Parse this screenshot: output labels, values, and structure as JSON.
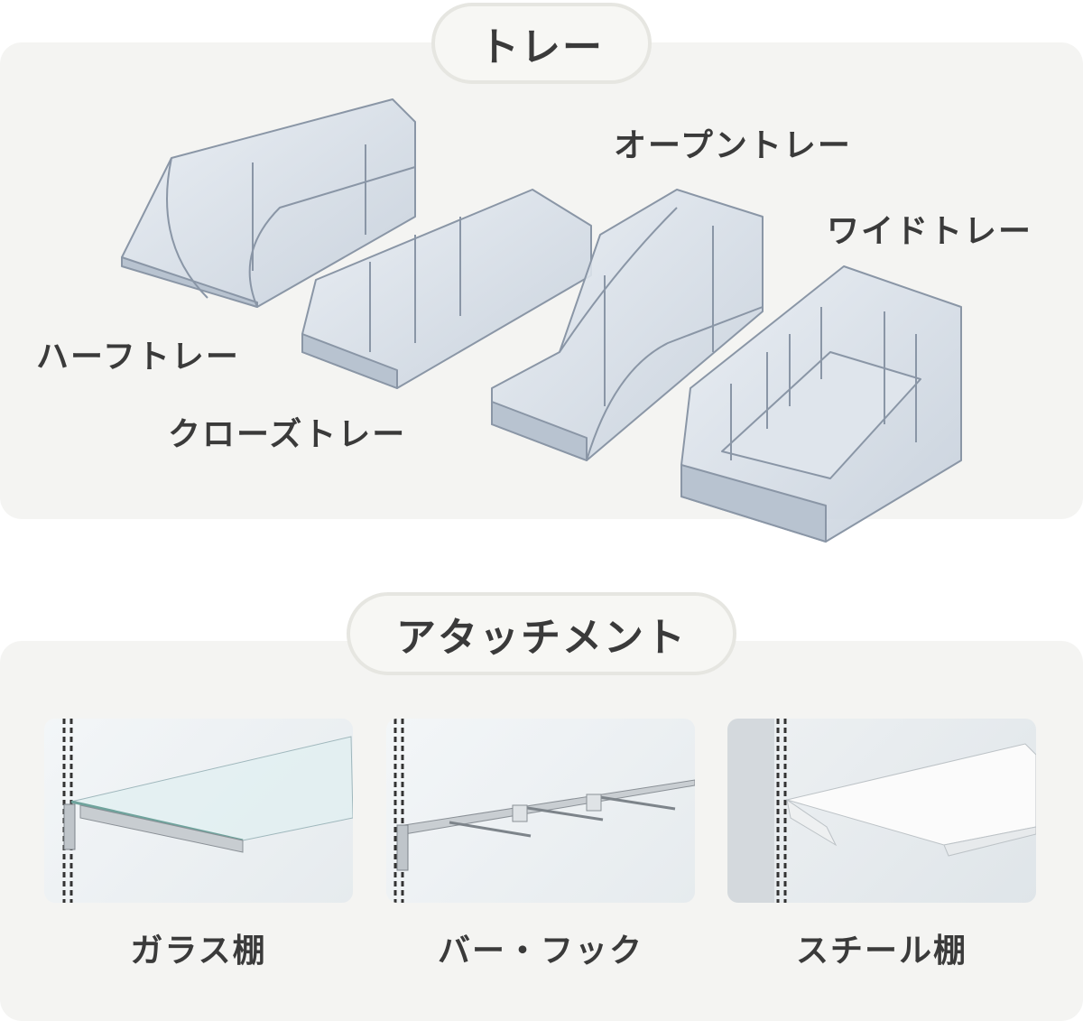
{
  "tray_section": {
    "heading": "トレー",
    "labels": {
      "half": "ハーフトレー",
      "close": "クローズトレー",
      "open": "オープントレー",
      "wide": "ワイドトレー"
    }
  },
  "attachment_section": {
    "heading": "アタッチメント",
    "items": [
      {
        "caption": "ガラス棚"
      },
      {
        "caption": "バー・フック"
      },
      {
        "caption": "スチール棚"
      }
    ]
  },
  "colors": {
    "panel_bg": "#f4f4f2",
    "text": "#3a3a3a",
    "tray_tint": "#c9d3de"
  }
}
